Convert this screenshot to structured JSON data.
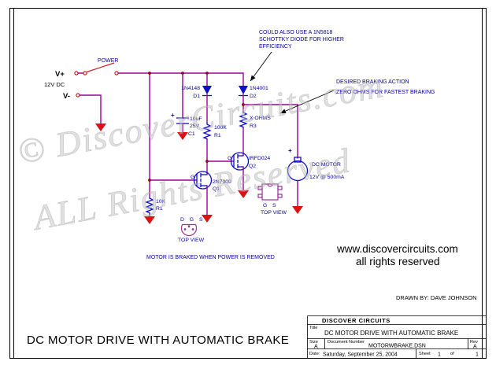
{
  "colors": {
    "wire": "#990099",
    "component": "#0d0dcc",
    "label": "#000099",
    "ground": "#dd1111",
    "switch": "#cc2222",
    "package_outline": "#993399",
    "watermark": "#c2c2c2",
    "ink": "#000000"
  },
  "watermark": {
    "line1": "© DiscoverCircuits.com",
    "line2": "ALL Rights Reserved"
  },
  "power": {
    "switch_label": "POWER",
    "vplus": "V+",
    "supply": "12V DC",
    "vminus": "V-"
  },
  "components": {
    "d1_part": "1N4148",
    "d1_ref": "D1",
    "d2_part": "1N4001",
    "d2_ref": "D2",
    "c1_plus": "+",
    "c1_value": "10uF",
    "c1_voltage": "25V",
    "c1_ref": "C1",
    "r_gate_value": "100K",
    "r_gate_ref": "R1",
    "r_brake_value": "X OHMS",
    "r_brake_ref": "R3",
    "r_pulldown_value": "10K",
    "r_pulldown_ref": "R1",
    "q1_part": "2N7000",
    "q1_ref": "Q1",
    "q1_gate": "G",
    "q2_part": "IRFD024",
    "q2_ref": "Q2",
    "q2_gate": "G",
    "motor_plus": "+",
    "motor_name": "DC MOTOR",
    "motor_rating": "12V @ 500mA"
  },
  "packages": {
    "to92_pins": "D G S",
    "to92_caption": "TOP VIEW",
    "dip_pin_g": "G",
    "dip_pin_s": "S",
    "dip_caption": "TOP VIEW"
  },
  "notes": {
    "schottky_1": "COULD ALSO USE A 1N5818",
    "schottky_2": "SCHOTTKY DIODE FOR HIGHER",
    "schottky_3": "EFFICIENCY",
    "braking_1": "DESIRED BRAKING ACTION",
    "braking_2": "ZERO OHMS FOR FASTEST BRAKING",
    "brake_note": "MOTOR IS BRAKED WHEN POWER IS REMOVED",
    "drawn_by": "DRAWN BY: DAVE JOHNSON"
  },
  "footer": {
    "site": "www.discovercircuits.com",
    "rights": "all rights reserved",
    "drawing_title": "DC MOTOR DRIVE WITH AUTOMATIC BRAKE"
  },
  "title_block": {
    "company": "DISCOVER CIRCUITS",
    "title_label": "Title",
    "title": "DC MOTOR DRIVE WITH AUTOMATIC BRAKE",
    "size_label": "Size",
    "size": "A",
    "doc_label": "Document Number",
    "doc": "MOTORWBRAKE.DSN",
    "rev_label": "Rev",
    "rev": "A",
    "date_label": "Date:",
    "date": "Saturday, September 25, 2004",
    "sheet_label": "Sheet",
    "sheet_num": "1",
    "of_label": "of",
    "sheet_total": "1"
  }
}
